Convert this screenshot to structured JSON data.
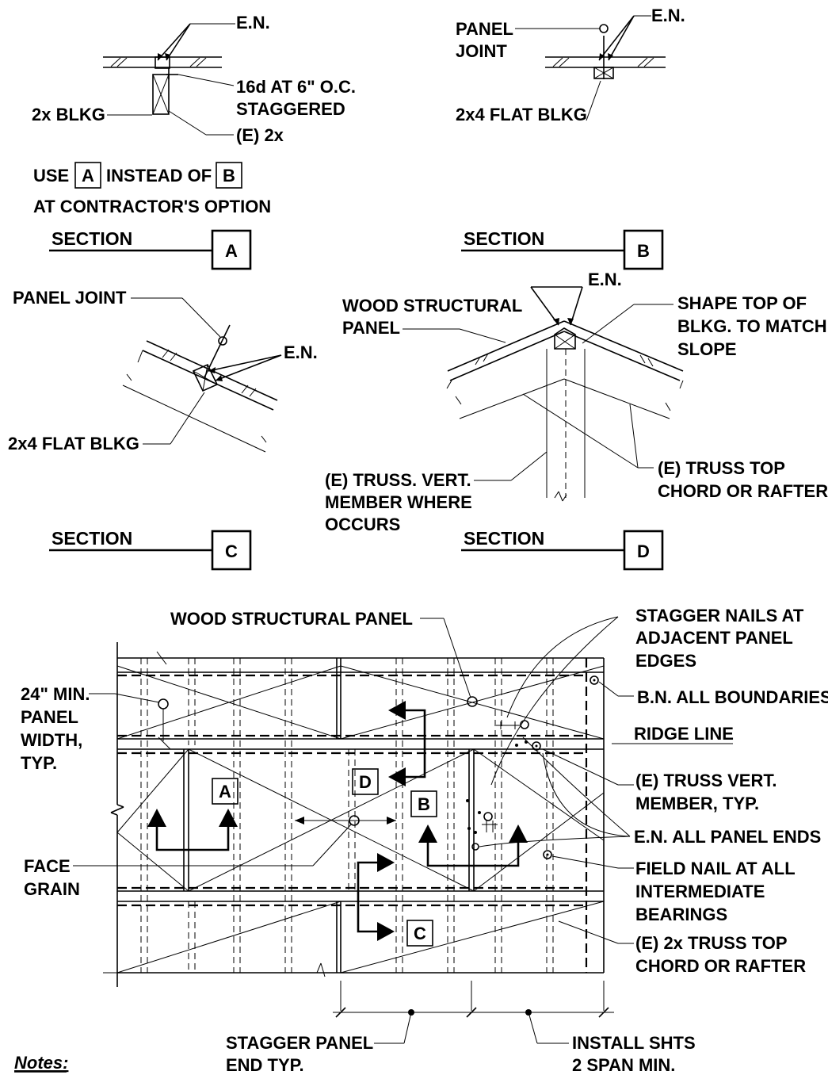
{
  "detail_ab": {
    "en_label_1": "E.N.",
    "nail_spec_line1": "16d AT 6\" O.C.",
    "nail_spec_line2": "STAGGERED",
    "blkg_label": "2x BLKG",
    "existing_member": "(E) 2x",
    "panel_joint_line1": "PANEL",
    "panel_joint_line2": "JOINT",
    "en_label_2": "E.N.",
    "flat_blkg": "2x4 FLAT BLKG",
    "option_use": "USE",
    "option_a": "A",
    "option_instead": "INSTEAD OF",
    "option_b": "B",
    "option_line2": "AT CONTRACTOR'S OPTION",
    "section_a_word": "SECTION",
    "section_a_tag": "A",
    "section_b_word": "SECTION",
    "section_b_tag": "B"
  },
  "detail_c": {
    "panel_joint": "PANEL JOINT",
    "en_label": "E.N.",
    "flat_blkg": "2x4 FLAT BLKG",
    "section_word": "SECTION",
    "section_tag": "C"
  },
  "detail_d": {
    "wood_panel_line1": "WOOD STRUCTURAL",
    "wood_panel_line2": "PANEL",
    "en_label": "E.N.",
    "shape_top_line1": "SHAPE TOP OF",
    "shape_top_line2": "BLKG. TO MATCH",
    "shape_top_line3": "SLOPE",
    "truss_vert_line1": "(E) TRUSS. VERT.",
    "truss_vert_line2": "MEMBER WHERE",
    "truss_vert_line3": "OCCURS",
    "truss_top_line1": "(E) TRUSS TOP",
    "truss_top_line2": "CHORD OR RAFTER",
    "section_word": "SECTION",
    "section_tag": "D"
  },
  "plan": {
    "wood_panel": "WOOD STRUCTURAL PANEL",
    "stagger_line1": "STAGGER NAILS AT",
    "stagger_line2": "ADJACENT PANEL",
    "stagger_line3": "EDGES",
    "bn_boundaries": "B.N. ALL BOUNDARIES",
    "ridge_line": "RIDGE LINE",
    "min_width_line1": "24\" MIN.",
    "min_width_line2": "PANEL",
    "min_width_line3": "WIDTH,",
    "min_width_line4": "TYP.",
    "truss_vert_line1": "(E) TRUSS VERT.",
    "truss_vert_line2": "MEMBER, TYP.",
    "en_panel_ends": "E.N. ALL PANEL ENDS",
    "face_grain_line1": "FACE",
    "face_grain_line2": "GRAIN",
    "field_nail_line1": "FIELD NAIL AT ALL",
    "field_nail_line2": "INTERMEDIATE",
    "field_nail_line3": "BEARINGS",
    "top_chord_line1": "(E) 2x TRUSS TOP",
    "top_chord_line2": "CHORD OR RAFTER",
    "cut_a": "A",
    "cut_b": "B",
    "cut_c": "C",
    "cut_d": "D",
    "stagger_end_line1": "STAGGER PANEL",
    "stagger_end_line2": "END TYP.",
    "install_line1": "INSTALL SHTS",
    "install_line2": "2 SPAN MIN."
  },
  "notes_heading": "Notes:"
}
